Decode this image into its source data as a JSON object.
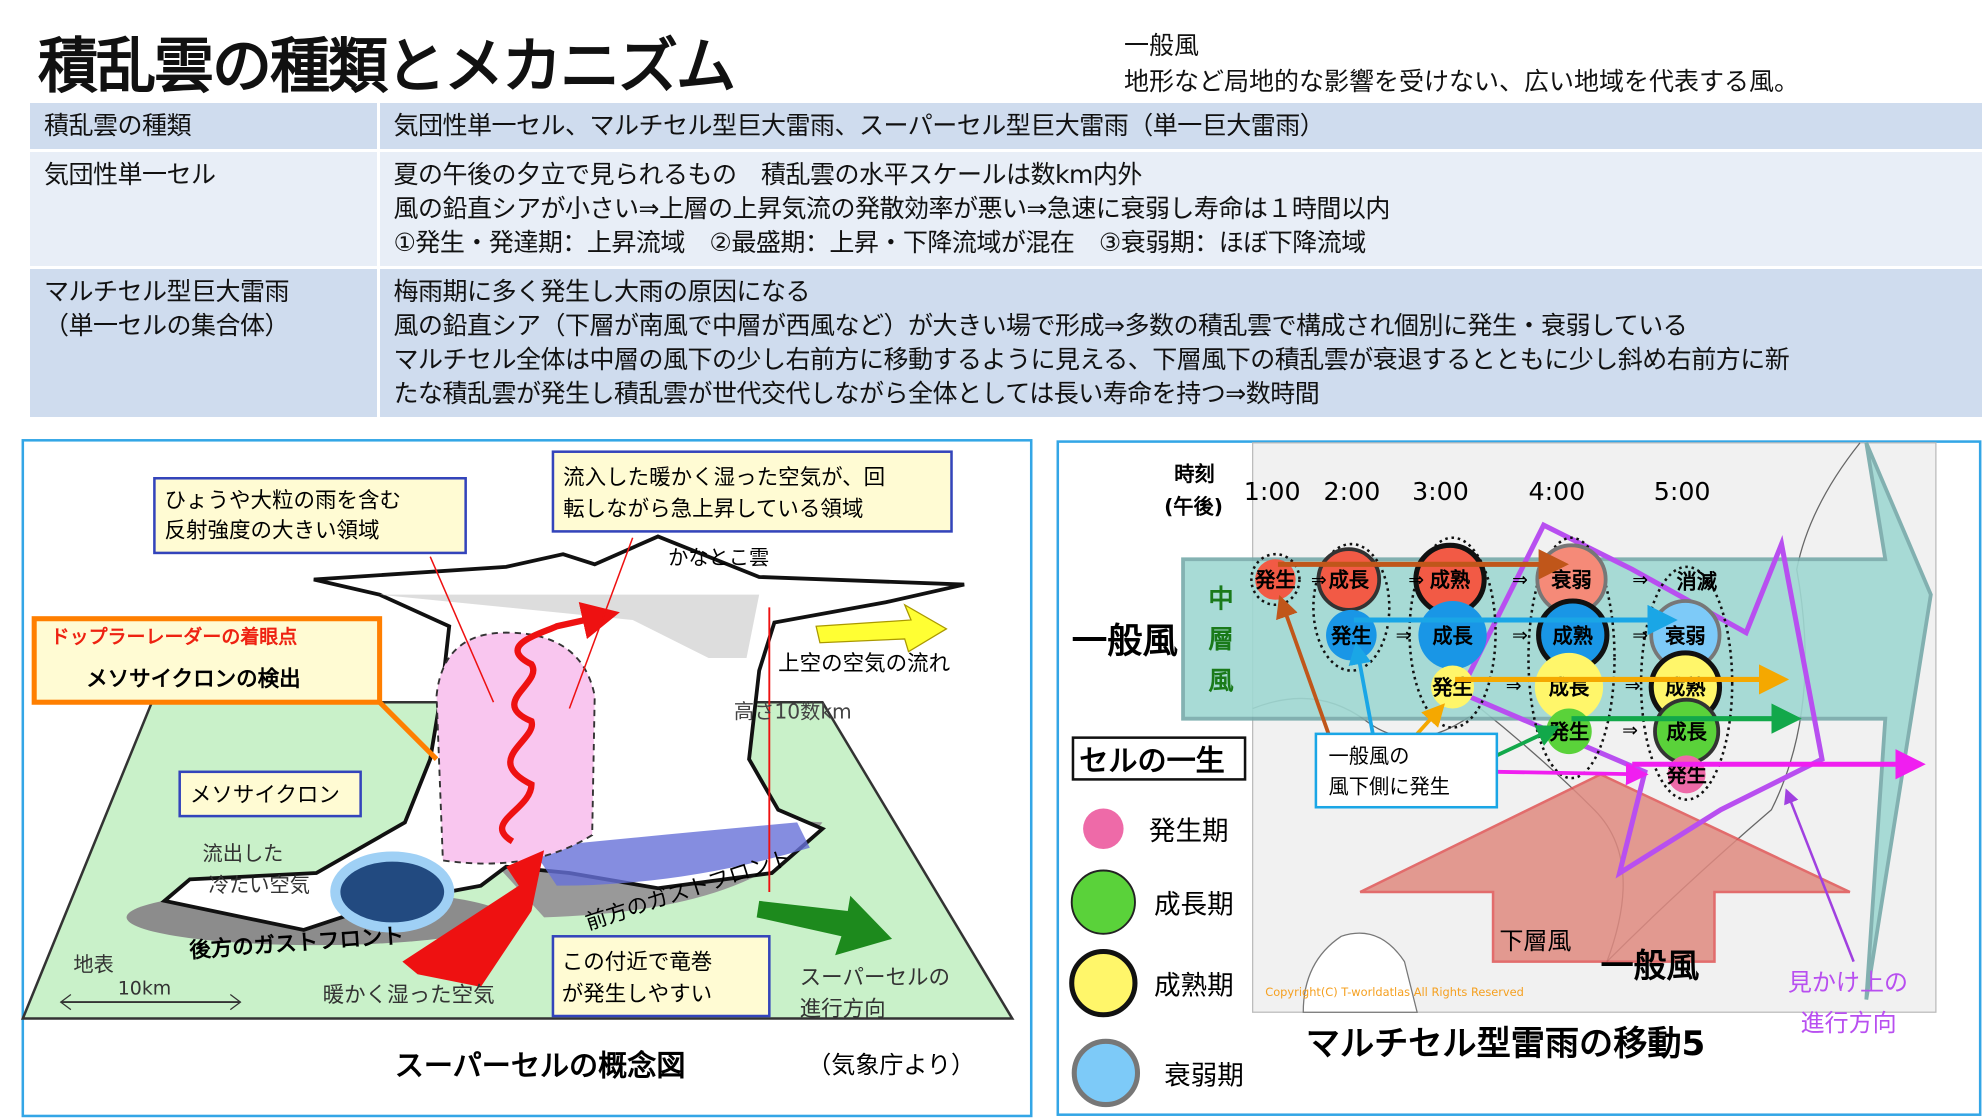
{
  "title": "積乱雲の種類とメカニズム",
  "definition": {
    "term": "一般風",
    "text": "地形など局地的な影響を受けない、広い地域を代表する風。"
  },
  "table": [
    {
      "key": [
        "積乱雲の種類"
      ],
      "lines": [
        "気団性単一セル、マルチセル型巨大雷雨、スーパーセル型巨大雷雨（単一巨大雷雨）"
      ]
    },
    {
      "key": [
        "気団性単一セル"
      ],
      "lines": [
        "夏の午後の夕立で見られるもの　積乱雲の水平スケールは数km内外",
        "風の鉛直シアが小さい⇒上層の上昇気流の発散効率が悪い⇒急速に衰弱し寿命は１時間以内",
        "①発生・発達期：上昇流域　②最盛期：上昇・下降流域が混在　③衰弱期：ほぼ下降流域"
      ]
    },
    {
      "key": [
        "マルチセル型巨大雷雨",
        "（単一セルの集合体）"
      ],
      "lines": [
        "梅雨期に多く発生し大雨の原因になる",
        "風の鉛直シア（下層が南風で中層が西風など）が大きい場で形成⇒多数の積乱雲で構成され個別に発生・衰弱している",
        "マルチセル全体は中層の風下の少し右前方に移動するように見える、下層風下の積乱雲が衰退するとともに少し斜め右前方に新",
        "たな積乱雲が発生し積乱雲が世代交代しながら全体としては長い寿命を持つ⇒数時間"
      ]
    }
  ],
  "supercell": {
    "box_hail": [
      "ひょうや大粒の雨を含む",
      "反射強度の大きい領域"
    ],
    "box_updraft": [
      "流入した暖かく湿った空気が、回",
      "転しながら急上昇している領域"
    ],
    "anvil": "かなとこ雲",
    "doppler_title": "ドップラーレーダーの着眼点",
    "doppler_text": "メソサイクロンの検出",
    "upper_flow": "上空の空気の流れ",
    "height": "高さ10数km",
    "mesocyclone": "メソサイクロン",
    "cold_air": [
      "流出した",
      "冷たい空気"
    ],
    "front_gust": "前方のガストフロント",
    "rear_gust": "後方のガストフロント",
    "surface": "地表",
    "scale": "10km",
    "warm_air": "暖かく湿った空気",
    "tornado_box": [
      "この付近で竜巻",
      "が発生しやすい"
    ],
    "direction": [
      "スーパーセルの",
      "進行方向"
    ],
    "caption": "スーパーセルの概念図",
    "source": "（気象庁より）"
  },
  "multicell": {
    "time_label": [
      "時刻",
      "(午後)"
    ],
    "times": [
      "1:00",
      "2:00",
      "3:00",
      "4:00",
      "5:00"
    ],
    "general_wind": "一般風",
    "mid_wind": [
      "中",
      "層",
      "風"
    ],
    "cell_life": "セルの一生",
    "legend": [
      "発生期",
      "成長期",
      "成熟期",
      "衰弱期"
    ],
    "cells": {
      "r1": [
        "発生",
        "成長",
        "成熟",
        "衰弱",
        "消滅"
      ],
      "r2": [
        "発生",
        "成長",
        "成熟",
        "衰弱"
      ],
      "r3": [
        "発生",
        "成長",
        "成熟"
      ],
      "r4": [
        "発生",
        "成長"
      ],
      "r5": [
        "発生"
      ]
    },
    "arrow_sym": "⇒",
    "callout": [
      "一般風の",
      "風下側に発生"
    ],
    "low_wind": "下層風",
    "low_general": "一般風",
    "apparent": [
      "見かけ上の",
      "進行方向"
    ],
    "copyright": "Copyright(C) T-worldatlas All Rights Reserved",
    "caption": "マルチセル型雷雨の移動5"
  },
  "colors": {
    "red": "#f25a45",
    "blue": "#1996e6",
    "yellow": "#fff66a",
    "green": "#5ad23a",
    "pink": "#ee6aa8",
    "lightblue": "#7dcaf8",
    "teal": "#9fd8d2",
    "purple": "#b84ff0"
  }
}
